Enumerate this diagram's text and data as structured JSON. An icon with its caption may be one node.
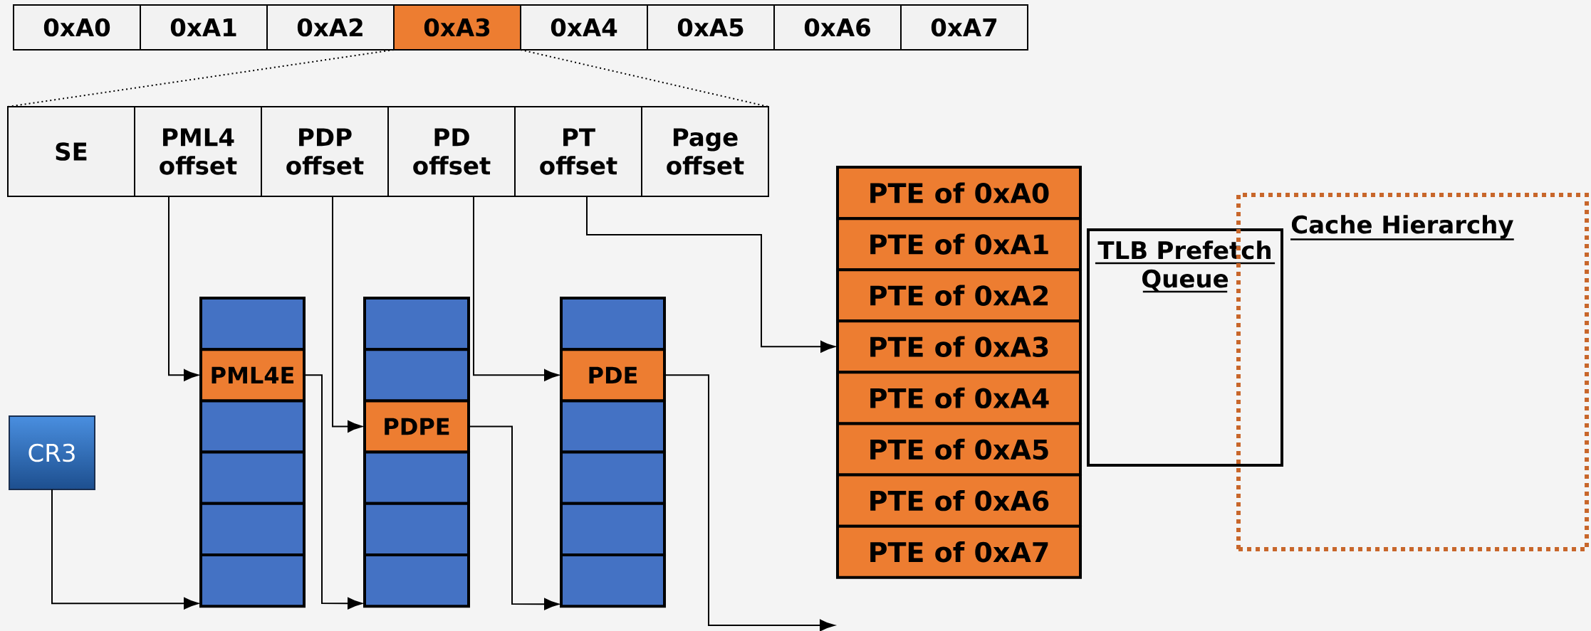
{
  "diagram": {
    "nodes": [
      {
        "text": [
          "0xA0"
        ]
      },
      {
        "text": [
          "0xA1"
        ]
      },
      {
        "text": [
          "0xA2"
        ]
      },
      {
        "text": [
          "0xA3"
        ]
      },
      {
        "text": [
          "0xA4"
        ]
      },
      {
        "text": [
          "0xA5"
        ]
      },
      {
        "text": [
          "0xA6"
        ]
      },
      {
        "text": [
          "0xA7"
        ]
      },
      {
        "text": [
          "SE"
        ]
      },
      {
        "text": [
          "PML4 offset"
        ]
      },
      {
        "text": [
          "PDP offset"
        ]
      },
      {
        "text": [
          "PD offset"
        ]
      },
      {
        "text": [
          "PT offset"
        ]
      },
      {
        "text": [
          "Page offset"
        ]
      },
      {
        "text": [
          "PTE of 0xA0"
        ]
      },
      {
        "text": [
          "PTE of 0xA1"
        ]
      },
      {
        "text": [
          "PTE of 0xA2"
        ]
      },
      {
        "text": [
          "PTE of 0xA3"
        ]
      },
      {
        "text": [
          "PTE of 0xA4"
        ]
      },
      {
        "text": [
          "PTE of 0xA5"
        ]
      },
      {
        "text": [
          "PTE of 0xA6"
        ]
      },
      {
        "text": [
          "PTE of 0xA7"
        ]
      },
      {
        "text": [
          "TLB Prefetch Queue"
        ]
      },
      {
        "text": [
          "Cache Hierarchy"
        ]
      },
      {
        "text": [],
        "shape": "box"
      },
      {
        "text": [
          "PML4E"
        ]
      },
      {
        "text": [],
        "shape": "box"
      },
      {
        "text": [],
        "shape": "box"
      },
      {
        "text": [],
        "shape": "box"
      },
      {
        "text": [],
        "shape": "box"
      },
      {
        "text": [],
        "shape": "box"
      },
      {
        "text": [],
        "shape": "box"
      },
      {
        "text": [
          "PDPE"
        ]
      },
      {
        "text": [],
        "shape": "box"
      },
      {
        "text": [],
        "shape": "box"
      },
      {
        "text": [],
        "shape": "box"
      },
      {
        "text": [],
        "shape": "box"
      },
      {
        "text": [
          "PDE"
        ]
      },
      {
        "text": [],
        "shape": "box"
      },
      {
        "text": [],
        "shape": "box"
      },
      {
        "text": [],
        "shape": "box"
      },
      {
        "text": [],
        "shape": "box"
      },
      {
        "text": [
          "CR3"
        ]
      }
    ],
    "edges": [
      {
        "from": 3,
        "to": 8,
        "arrow": "none",
        "style": "dashed"
      },
      {
        "from": 3,
        "to": 13,
        "arrow": "none",
        "style": "dashed"
      },
      {
        "from": 9,
        "to": 25,
        "arrow": "to"
      },
      {
        "from": 10,
        "to": 32,
        "arrow": "to"
      },
      {
        "from": 11,
        "to": 37,
        "arrow": "to"
      },
      {
        "from": 12,
        "to": 17,
        "arrow": "to"
      },
      {
        "from": 42,
        "to": 29,
        "arrow": "to"
      },
      {
        "from": 25,
        "to": 35,
        "arrow": "to"
      },
      {
        "from": 32,
        "to": 41,
        "arrow": "to"
      },
      {
        "from": 37,
        "to": null,
        "arrow": "to"
      }
    ]
  }
}
